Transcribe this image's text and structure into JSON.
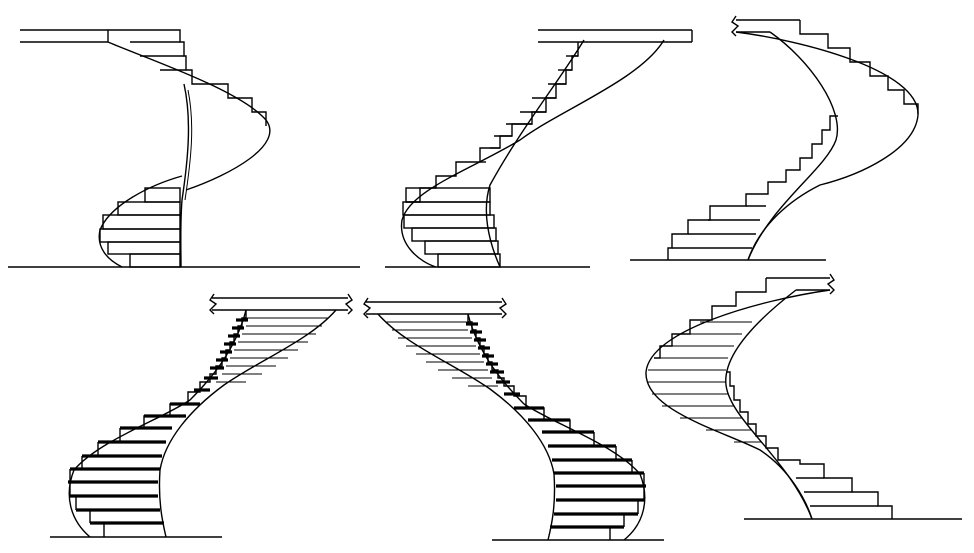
{
  "drawing": {
    "background": "#ffffff",
    "line_color": "#000000",
    "stair_count": 6,
    "stairs": [
      {
        "name": "spiral-stair-elevation-1",
        "style": "outline"
      },
      {
        "name": "spiral-stair-elevation-2",
        "style": "outline"
      },
      {
        "name": "spiral-stair-elevation-3",
        "style": "outline"
      },
      {
        "name": "spiral-stair-elevation-4",
        "style": "bold-treads"
      },
      {
        "name": "spiral-stair-elevation-5",
        "style": "bold-treads"
      },
      {
        "name": "spiral-stair-elevation-6",
        "style": "hatched"
      }
    ]
  }
}
